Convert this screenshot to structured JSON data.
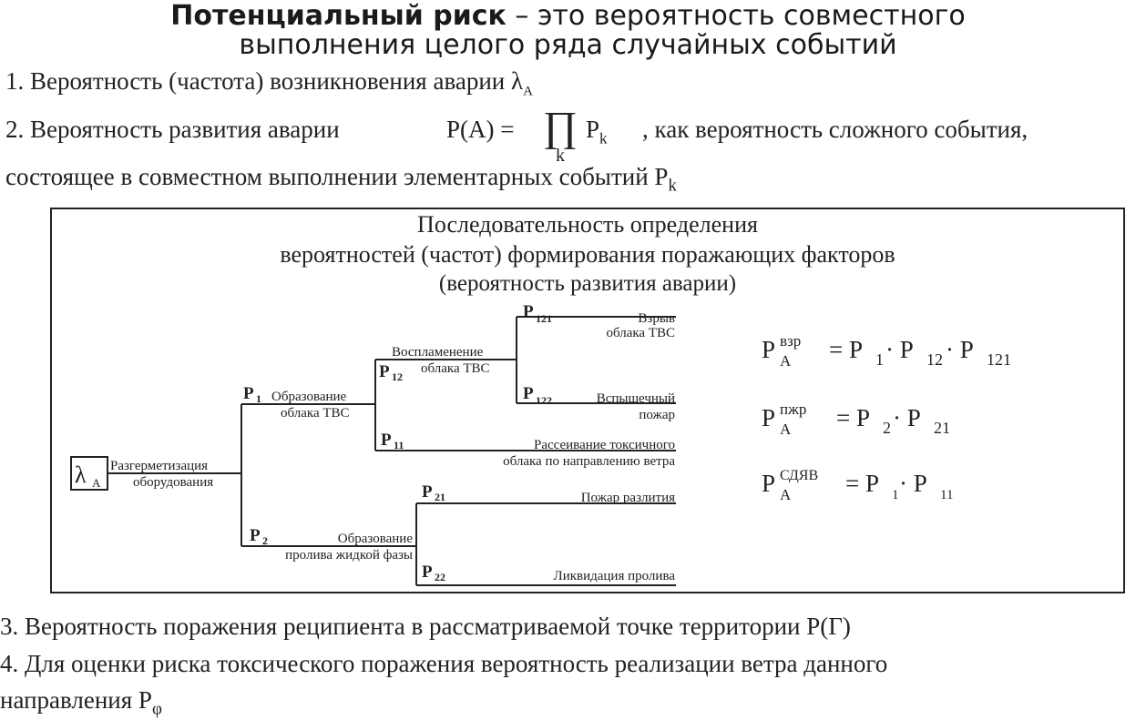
{
  "header": {
    "title_bold": "Потенциальный риск",
    "title_rest": " – это вероятность совместного",
    "title_line2": "выполнения целого ряда случайных событий"
  },
  "items": {
    "item1_text": "1. Вероятность (частота) возникновения аварии",
    "lambda": "λ",
    "lambda_sub": "А",
    "item2_text": "2. Вероятность развития аварии",
    "formula_lhs": "P(A) =",
    "product_symbol": "∏",
    "product_index": "k",
    "formula_p": "P",
    "formula_p_sub": "k",
    "item2_tail": ", как вероятность сложного события,",
    "item2_line2": "состоящее в совместном выполнении элементарных событий P",
    "item2_line2_sub": "k",
    "item3_text": "3. Вероятность поражения реципиента в рассматриваемой точке территории P(Г)",
    "item4_line1": "4. Для оценки риска токсического поражения вероятность реализации ветра данного",
    "item4_line2": "направления P",
    "item4_sub": "φ"
  },
  "diagram": {
    "title_line1": "Последовательность определения",
    "title_line2": "вероятностей (частот) формирования поражающих факторов",
    "title_line3": "(вероятность развития аварии)",
    "root_lambda": "λ",
    "root_lambda_sub": "А",
    "root_label1": "Разгерметизация",
    "root_label2": "оборудования",
    "p1": "P",
    "p1_sub": "1",
    "p1_label1": "Образование",
    "p1_label2": "облака ТВС",
    "p12": "P",
    "p12_sub": "12",
    "p12_label1": "Воспламенение",
    "p12_label2": "облака ТВС",
    "p121": "P",
    "p121_sub": "121",
    "p121_label1": "Взрыв",
    "p121_label2": "облака ТВС",
    "p122": "P",
    "p122_sub": "122",
    "p122_label1": "Вспышечный",
    "p122_label2": "пожар",
    "p11": "P",
    "p11_sub": "11",
    "p11_label1": "Рассеивание токсичного",
    "p11_label2": "облака по направлению ветра",
    "p2": "P",
    "p2_sub": "2",
    "p2_label1": "Образование",
    "p2_label2": "пролива жидкой фазы",
    "p21": "P",
    "p21_sub": "21",
    "p21_label": "Пожар разлития",
    "p22": "P",
    "p22_sub": "22",
    "p22_label": "Ликвидация пролива"
  },
  "formulas": {
    "f1_P": "P",
    "f1_sup": "взр",
    "f1_sub": "А",
    "f1_rhs": "= P",
    "f1_s1": "1",
    "f1_dot1": " · P",
    "f1_s2": "12",
    "f1_dot2": " · P",
    "f1_s3": "121",
    "f2_P": "P",
    "f2_sup": "пжр",
    "f2_sub": "А",
    "f2_rhs": "= P",
    "f2_s1": "2",
    "f2_dot1": " · P",
    "f2_s2": "21",
    "f3_P": "P",
    "f3_sup": "СДЯВ",
    "f3_sub": "А",
    "f3_rhs": "= P",
    "f3_s1": "1",
    "f3_dot1": " · P",
    "f3_s2": "11"
  }
}
